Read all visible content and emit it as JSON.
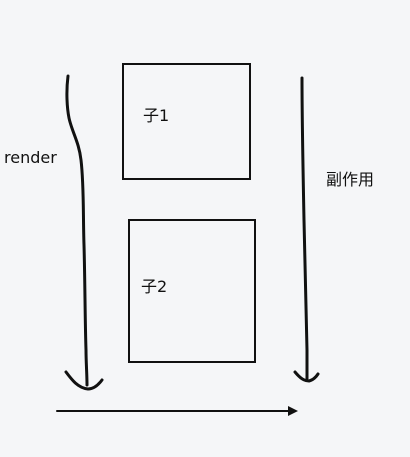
{
  "diagram": {
    "left_label": "render",
    "right_label": "副作用",
    "boxes": [
      {
        "label": "子1"
      },
      {
        "label": "子2"
      }
    ]
  }
}
